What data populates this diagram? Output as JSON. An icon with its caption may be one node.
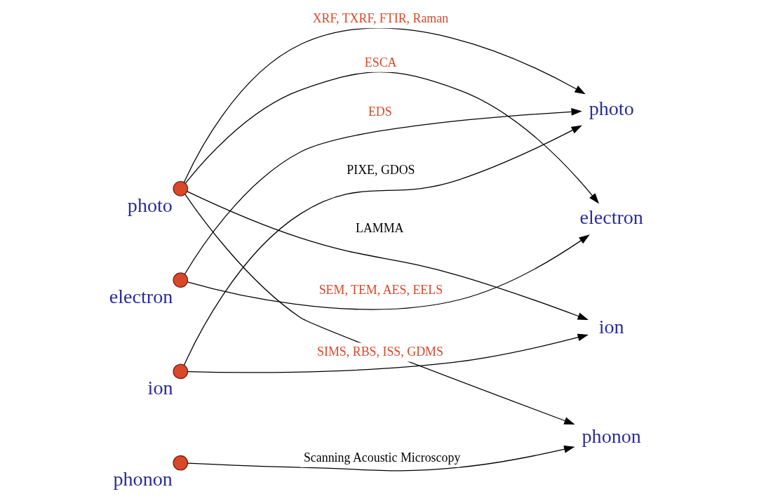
{
  "diagram": {
    "nodes": [
      {
        "text": [],
        "shape": "circle",
        "beside": [
          "photo"
        ]
      },
      {
        "text": [],
        "shape": "circle",
        "beside": [
          "electron"
        ]
      },
      {
        "text": [],
        "shape": "circle",
        "beside": [
          "ion"
        ]
      },
      {
        "text": [],
        "shape": "circle",
        "beside": [
          "phonon"
        ]
      },
      {
        "text": [
          "photo"
        ]
      },
      {
        "text": [
          "electron"
        ]
      },
      {
        "text": [
          "ion"
        ]
      },
      {
        "text": [
          "phonon"
        ]
      }
    ],
    "edges": [
      {
        "from": 0,
        "to": 4,
        "arrow": "to",
        "label": "XRF, TXRF, FTIR, Raman"
      },
      {
        "from": 0,
        "to": 5,
        "arrow": "to",
        "label": "ESCA"
      },
      {
        "from": 0,
        "to": 6,
        "arrow": "to",
        "label": "LAMMA"
      },
      {
        "from": 0,
        "to": 7,
        "arrow": "to"
      },
      {
        "from": 1,
        "to": 4,
        "arrow": "to",
        "label": "EDS"
      },
      {
        "from": 1,
        "to": 5,
        "arrow": "to",
        "label": "SEM, TEM, AES, EELS"
      },
      {
        "from": 2,
        "to": 4,
        "arrow": "to",
        "label": "PIXE, GDOS"
      },
      {
        "from": 2,
        "to": 6,
        "arrow": "to",
        "label": "SIMS, RBS, ISS, GDMS"
      },
      {
        "from": 3,
        "to": 7,
        "arrow": "to",
        "label": "Scanning Acoustic Microscopy"
      }
    ]
  }
}
